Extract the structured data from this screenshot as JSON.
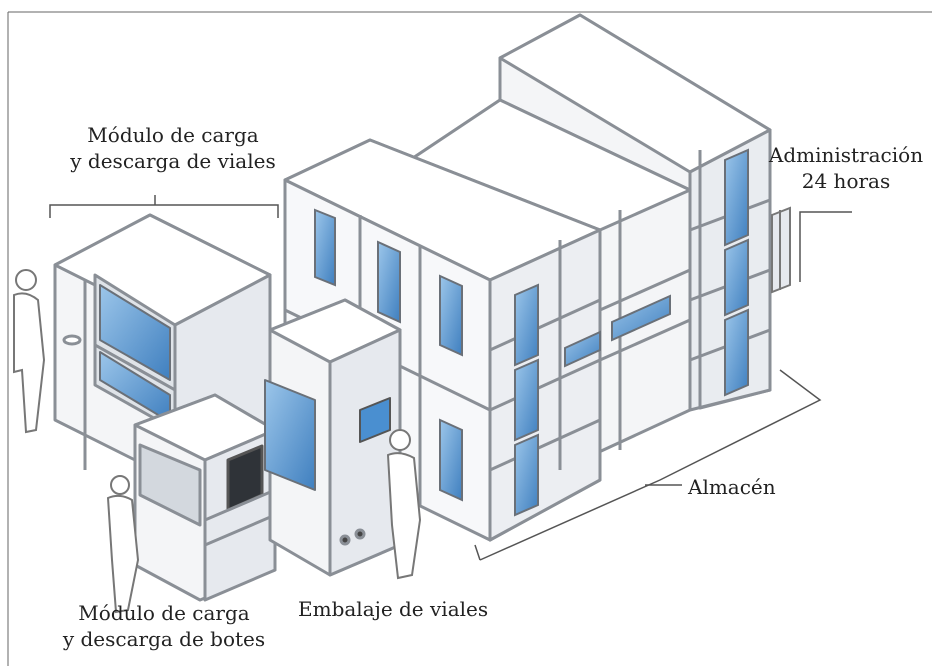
{
  "labels": {
    "vial_module_line1": "Módulo de carga",
    "vial_module_line2": "y descarga de viales",
    "admin_line1": "Administración",
    "admin_line2": "24 horas",
    "bottle_module_line1": "Módulo de carga",
    "bottle_module_line2": "y descarga de botes",
    "packaging": "Embalaje de viales",
    "warehouse": "Almacén"
  },
  "colors": {
    "frame": "#8a8f96",
    "panel": "#f4f5f7",
    "panel_shade": "#e2e5ea",
    "window": "#4a8fd0",
    "window_light": "#9cc6ea",
    "line": "#555555",
    "text": "#222222"
  }
}
